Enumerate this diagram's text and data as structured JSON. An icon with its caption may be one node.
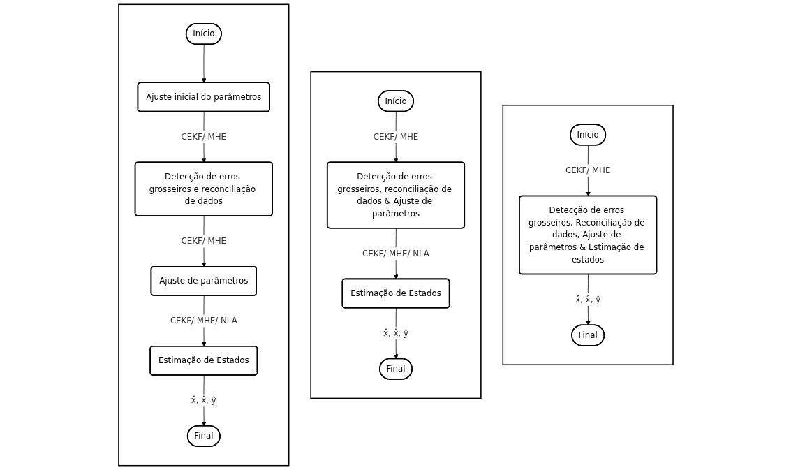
{
  "diagram": {
    "nodes": [
      {
        "text": [],
        "shape": "box"
      },
      {
        "text": [
          "Início"
        ],
        "in": 0
      },
      {
        "text": [
          "Ajuste inicial do parâmetros"
        ],
        "in": 0
      },
      {
        "text": [
          "Detecção de erros grosseiros e reconciliação de dados"
        ],
        "in": 0
      },
      {
        "text": [
          "Ajuste de parâmetros"
        ],
        "in": 0
      },
      {
        "text": [
          "Estimação de Estados"
        ],
        "in": 0
      },
      {
        "text": [
          "Final"
        ],
        "in": 0
      },
      {
        "text": [],
        "shape": "box"
      },
      {
        "text": [
          "Início"
        ],
        "in": 7
      },
      {
        "text": [
          "Detecção de erros grosseiros, reconciliação de dados & Ajuste de parâmetros"
        ],
        "in": 7
      },
      {
        "text": [
          "Estimação de Estados"
        ],
        "in": 7
      },
      {
        "text": [
          "Final"
        ],
        "in": 7
      },
      {
        "text": [],
        "shape": "box"
      },
      {
        "text": [
          "Início"
        ],
        "in": 12
      },
      {
        "text": [
          "Detecção de erros grosseiros, Reconciliação de dados, Ajuste de parâmetros & Estimação de estados"
        ],
        "in": 12
      },
      {
        "text": [
          "Final"
        ],
        "in": 12
      }
    ],
    "edges": [
      {
        "from": 1,
        "to": 2,
        "arrow": "to"
      },
      {
        "from": 2,
        "to": 3,
        "arrow": "to",
        "label": "CEKF/ MHE"
      },
      {
        "from": 3,
        "to": 4,
        "arrow": "to",
        "label": "CEKF/ MHE"
      },
      {
        "from": 4,
        "to": 5,
        "arrow": "to",
        "label": "CEKF/ MHE/ NLA"
      },
      {
        "from": 5,
        "to": 6,
        "arrow": "to",
        "label": "ẋ̂, x̂, ŷ"
      },
      {
        "from": 8,
        "to": 9,
        "arrow": "to",
        "label": "CEKF/ MHE"
      },
      {
        "from": 9,
        "to": 10,
        "arrow": "to",
        "label": "CEKF/ MHE/ NLA"
      },
      {
        "from": 10,
        "to": 11,
        "arrow": "to",
        "label": "ẋ̂, x̂, ŷ"
      },
      {
        "from": 13,
        "to": 14,
        "arrow": "to",
        "label": "CEKF/ MHE"
      },
      {
        "from": 14,
        "to": 15,
        "arrow": "to",
        "label": "ẋ̂, x̂, ŷ"
      }
    ]
  }
}
